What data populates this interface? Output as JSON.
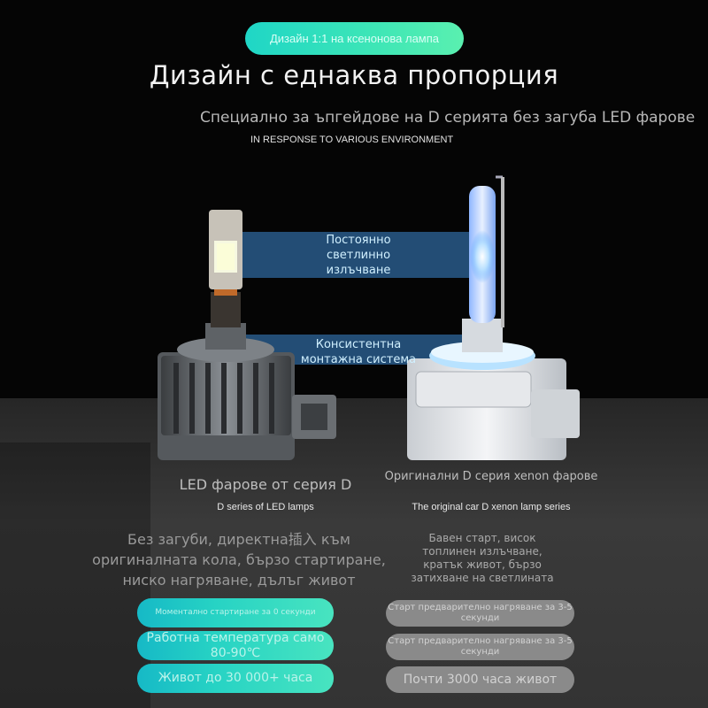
{
  "header": {
    "badge": "Дизайн 1:1 на ксенонова лампа",
    "title": "Дизайн с еднаква пропорция",
    "subtitle": "Специално за ъпгейдове на D серията без загуба LED фарове",
    "subtitle_en": "IN RESPONSE TO VARIOUS ENVIRONMENT"
  },
  "callouts": {
    "light": "Постоянно светлинно излъчване",
    "mount": "Консистентна монтажна система"
  },
  "products": {
    "led": {
      "name": "LED фарове от серия D",
      "name_en": "D series of LED lamps",
      "description": "Без загуби, директна插入 към оригиналната кола, бързо стартиране, ниско нагряване, дълъг живот",
      "features": [
        "Моментално стартиране за 0 секунди",
        "Работна температура само 80-90℃",
        "Живот до 30 000+ часа"
      ]
    },
    "xenon": {
      "name": "Оригинални D серия xenon фарове",
      "name_en": "The original car D xenon lamp series",
      "description": "Бавен старт, висок топлинен излъчване, кратък живот, бързо затихване на светлината",
      "features": [
        "Старт предварително нагряване за 3-5 секунди",
        "Старт предварително нагряване за 3-5 секунди",
        "Почти 3000 часа живот"
      ]
    }
  },
  "colors": {
    "accent": "#27d3c4",
    "xenon_pill": "#8a8a8a",
    "beam": "#46aaff"
  },
  "icons": {
    "led_bulb": "led-headlight-bulb-image",
    "xenon_bulb": "xenon-headlight-bulb-image"
  }
}
